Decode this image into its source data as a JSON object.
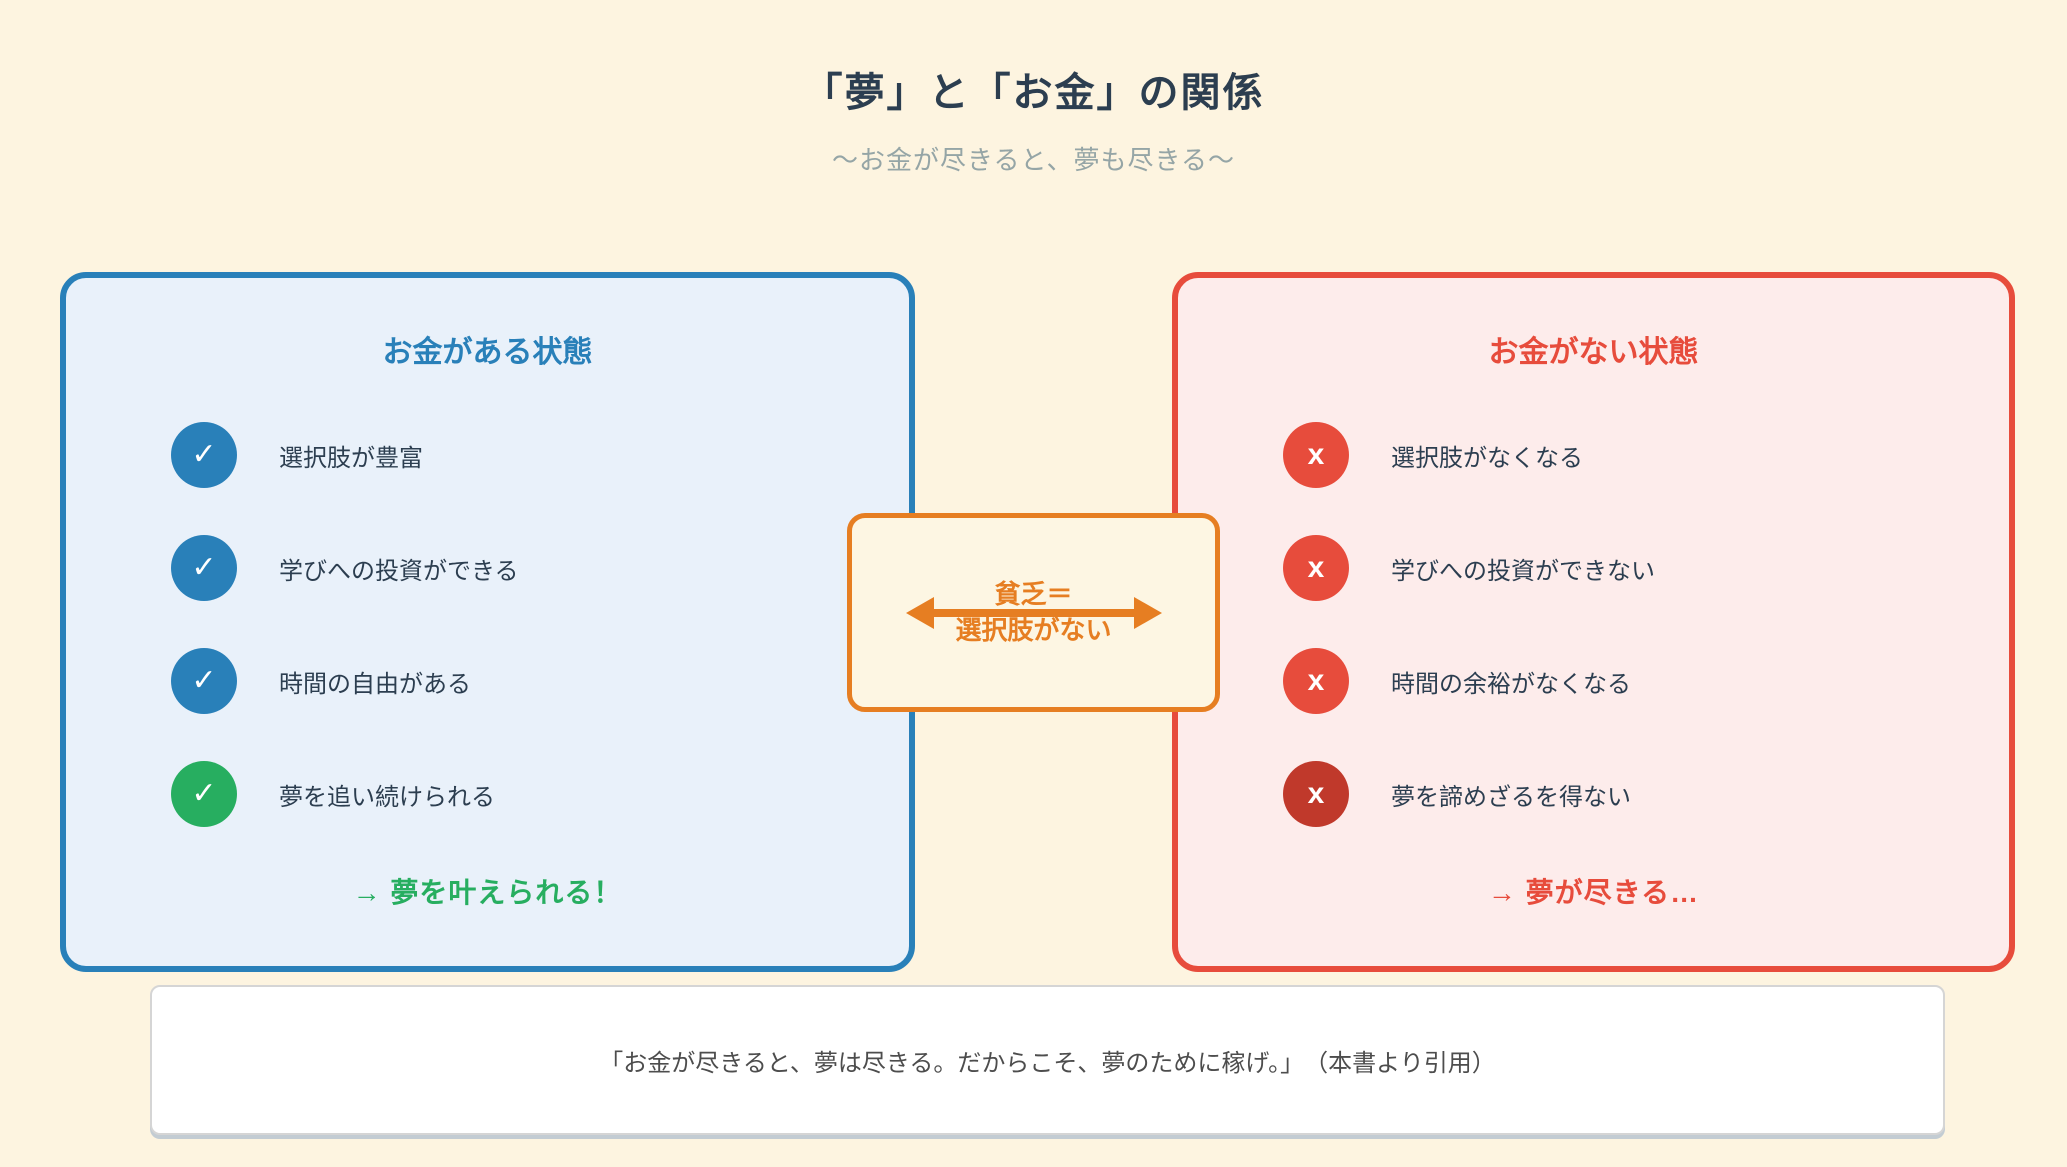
{
  "page": {
    "title": "「夢」と「お金」の関係",
    "subtitle": "〜お金が尽きると、夢も尽きる〜"
  },
  "left_panel": {
    "title": "お金がある状態",
    "items": [
      {
        "icon": "✓",
        "label": "選択肢が豊富",
        "icon_color": "#2980b9"
      },
      {
        "icon": "✓",
        "label": "学びへの投資ができる",
        "icon_color": "#2980b9"
      },
      {
        "icon": "✓",
        "label": "時間の自由がある",
        "icon_color": "#2980b9"
      },
      {
        "icon": "✓",
        "label": "夢を追い続けられる",
        "icon_color": "#27ae60"
      }
    ],
    "conclusion": "→ 夢を叶えられる！"
  },
  "right_panel": {
    "title": "お金がない状態",
    "items": [
      {
        "icon": "x",
        "label": "選択肢がなくなる",
        "icon_color": "#e74c3c"
      },
      {
        "icon": "x",
        "label": "学びへの投資ができない",
        "icon_color": "#e74c3c"
      },
      {
        "icon": "x",
        "label": "時間の余裕がなくなる",
        "icon_color": "#e74c3c"
      },
      {
        "icon": "x",
        "label": "夢を諦めざるを得ない",
        "icon_color": "#c0392b"
      }
    ],
    "conclusion": "→ 夢が尽きる…"
  },
  "center_note": {
    "line1": "貧乏＝",
    "line2": "選択肢がない"
  },
  "quote": {
    "text": "「お金が尽きると、夢は尽きる。だからこそ、夢のために稼げ。」　（本書より引用）"
  },
  "colors": {
    "page_background": "#fdf4e0",
    "title_text": "#2c3e50",
    "subtitle_text": "#95a5a6",
    "left_accent": "#2980b9",
    "left_background": "#e9f1fa",
    "right_accent": "#e74c3c",
    "right_background": "#fdeceb",
    "center_accent": "#e67e22",
    "center_background": "#fdf6e3",
    "success_green": "#27ae60",
    "dark_red": "#c0392b",
    "quote_border": "#d5d5d5",
    "quote_text": "#4d4d4d"
  }
}
